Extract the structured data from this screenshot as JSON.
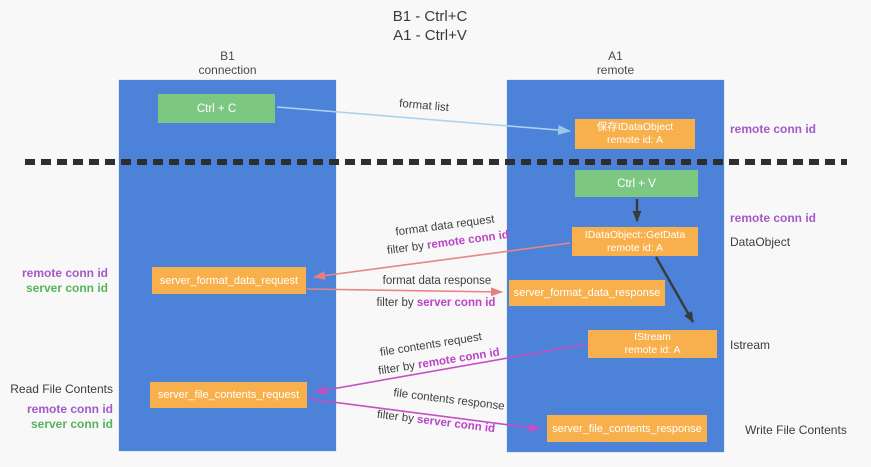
{
  "title": {
    "line1": "B1 - Ctrl+C",
    "line2": "A1 - Ctrl+V"
  },
  "columns": {
    "left": {
      "header_line1": "B1",
      "header_line2": "connection"
    },
    "right": {
      "header_line1": "A1",
      "header_line2": "remote"
    }
  },
  "nodes": {
    "ctrl_c": "Ctrl + C",
    "ctrl_v": "Ctrl + V",
    "save_idataobject": {
      "line1": "保存IDataObject",
      "line2": "remote id: A"
    },
    "idataobject_getdata": {
      "line1": "IDataObject::GetData",
      "line2": "remote id: A"
    },
    "istream": {
      "line1": "IStream",
      "line2": "remote id: A"
    },
    "server_format_data_request": "server_format_data_request",
    "server_format_data_response": "server_format_data_response",
    "server_file_contents_request": "server_file_contents_request",
    "server_file_contents_response": "server_file_contents_response"
  },
  "arrow_labels": {
    "format_list": "format list",
    "format_data_request": "format data request",
    "filter_remote_1": {
      "prefix": "filter by ",
      "highlight": "remote conn id"
    },
    "format_data_response": "format data response",
    "filter_server_1": {
      "prefix": "filter by ",
      "highlight": "server conn id"
    },
    "file_contents_request": "file contents request",
    "filter_remote_2": {
      "prefix": "filter by ",
      "highlight": "remote conn id"
    },
    "file_contents_response": "file contents response",
    "filter_server_2": {
      "prefix": "filter by ",
      "highlight": "server conn id"
    }
  },
  "side_labels": {
    "remote_conn_id_top_right": "remote conn id",
    "remote_conn_id_mid_right": "remote conn id",
    "dataobject": "DataObject",
    "istream": "Istream",
    "write_file_contents": "Write File Contents",
    "read_file_contents": "Read File Contents",
    "remote_conn_id_left_1": "remote conn id",
    "server_conn_id_left_1": "server conn id",
    "remote_conn_id_left_2": "remote conn id",
    "server_conn_id_left_2": "server conn id"
  },
  "colors": {
    "background": "#f8f8f8",
    "column_blue": "#4c82d8",
    "node_green": "#7cc883",
    "node_orange": "#f8b04c",
    "label_purple": "#a558ca",
    "label_green": "#56b45c",
    "highlight_magenta": "#b944c6",
    "arrow_light_blue": "#abd2ef",
    "arrow_salmon": "#e88585",
    "arrow_magenta": "#c44fc4",
    "arrow_dark": "#3a3a3a",
    "text_dark": "#3c3c3c"
  }
}
